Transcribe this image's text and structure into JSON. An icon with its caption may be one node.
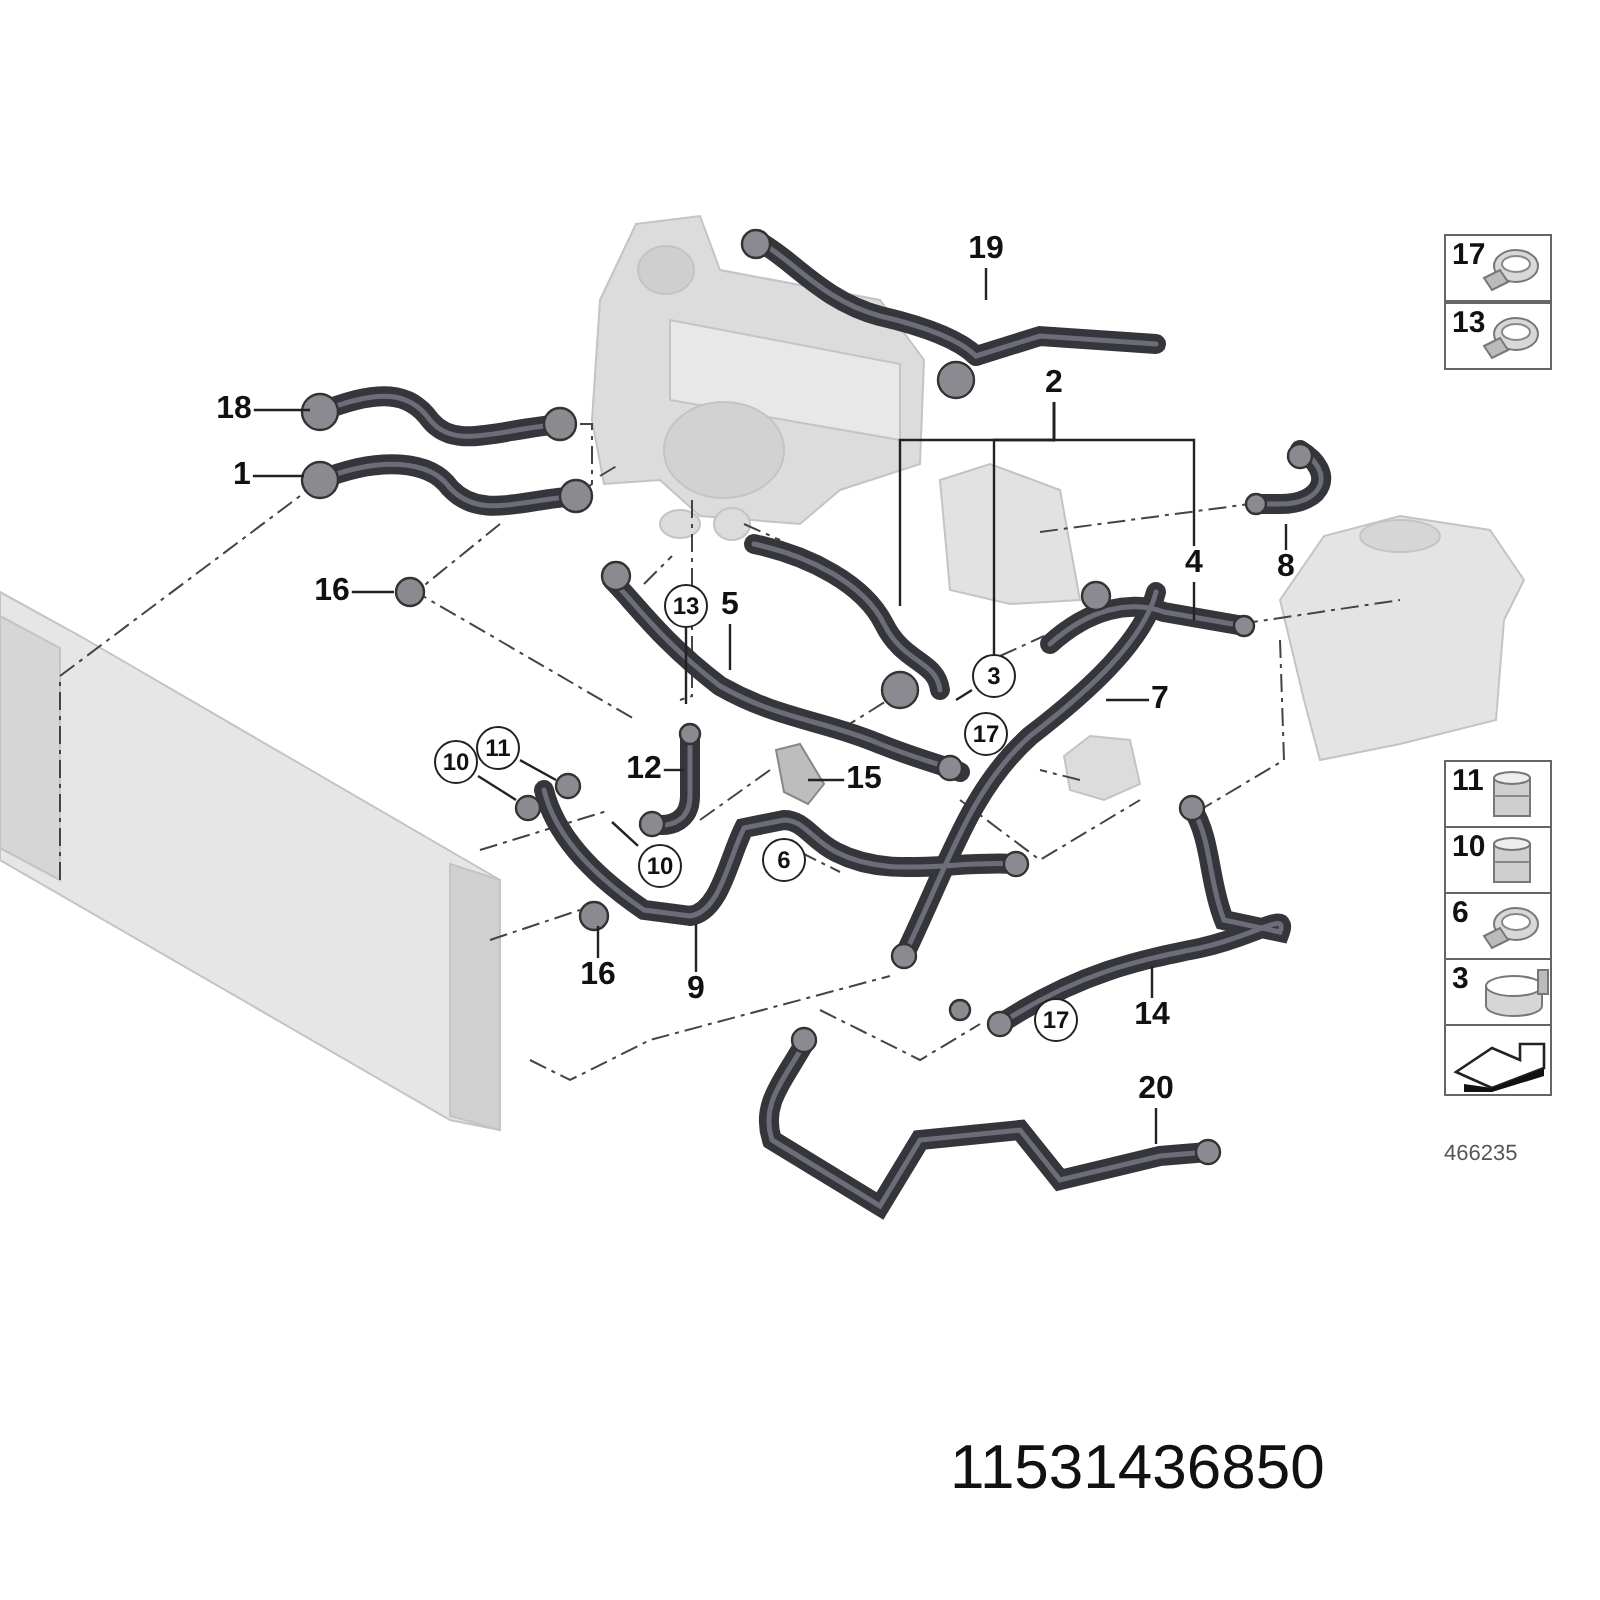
{
  "diagram": {
    "nodes": [
      {
        "text": [
          "17"
        ]
      },
      {
        "text": [
          "13"
        ]
      },
      {
        "text": [
          "19"
        ]
      },
      {
        "text": [
          "18"
        ]
      },
      {
        "text": [
          "2"
        ]
      },
      {
        "text": [
          "1"
        ]
      },
      {
        "text": [
          "8"
        ]
      },
      {
        "text": [
          "4"
        ]
      },
      {
        "text": [
          "16"
        ]
      },
      {
        "text": [
          "13"
        ]
      },
      {
        "text": [
          "5"
        ]
      },
      {
        "text": [
          "3"
        ]
      },
      {
        "text": [
          "7"
        ]
      },
      {
        "text": [
          "17"
        ]
      },
      {
        "text": [
          "11"
        ]
      },
      {
        "text": [
          "10"
        ]
      },
      {
        "text": [
          "12"
        ]
      },
      {
        "text": [
          "15"
        ]
      },
      {
        "text": [
          "11"
        ]
      },
      {
        "text": [
          "10"
        ]
      },
      {
        "text": [
          "6"
        ]
      },
      {
        "text": [
          "3"
        ]
      },
      {
        "text": [],
        "shape": "box"
      },
      {
        "text": [
          "10"
        ]
      },
      {
        "text": [
          "6"
        ]
      },
      {
        "text": [
          "16"
        ]
      },
      {
        "text": [
          "9"
        ]
      },
      {
        "text": [
          "17"
        ]
      },
      {
        "text": [
          "14"
        ]
      },
      {
        "text": [
          "20"
        ]
      }
    ],
    "edges": [
      {
        "from": 2,
        "to": null,
        "arrow": "none"
      },
      {
        "from": 3,
        "to": null,
        "arrow": "none"
      },
      {
        "from": 4,
        "to": null,
        "arrow": "none"
      },
      {
        "from": 4,
        "to": 11,
        "arrow": "none"
      },
      {
        "from": 4,
        "to": 7,
        "arrow": "none"
      },
      {
        "from": 5,
        "to": null,
        "arrow": "none"
      },
      {
        "from": 6,
        "to": null,
        "arrow": "none"
      },
      {
        "from": 7,
        "to": null,
        "arrow": "none"
      },
      {
        "from": 8,
        "to": null,
        "arrow": "none"
      },
      {
        "from": 9,
        "to": null,
        "arrow": "none"
      },
      {
        "from": 10,
        "to": null,
        "arrow": "none"
      },
      {
        "from": 11,
        "to": null,
        "arrow": "none"
      },
      {
        "from": 12,
        "to": null,
        "arrow": "none"
      },
      {
        "from": 14,
        "to": null,
        "arrow": "none"
      },
      {
        "from": 15,
        "to": null,
        "arrow": "none"
      },
      {
        "from": 16,
        "to": null,
        "arrow": "none"
      },
      {
        "from": 17,
        "to": null,
        "arrow": "none"
      },
      {
        "from": 23,
        "to": null,
        "arrow": "none"
      },
      {
        "from": 25,
        "to": null,
        "arrow": "none"
      },
      {
        "from": 26,
        "to": null,
        "arrow": "none"
      },
      {
        "from": 28,
        "to": null,
        "arrow": "none"
      },
      {
        "from": 29,
        "to": null,
        "arrow": "none"
      }
    ],
    "labels": [
      "466235",
      "11531436850"
    ]
  }
}
